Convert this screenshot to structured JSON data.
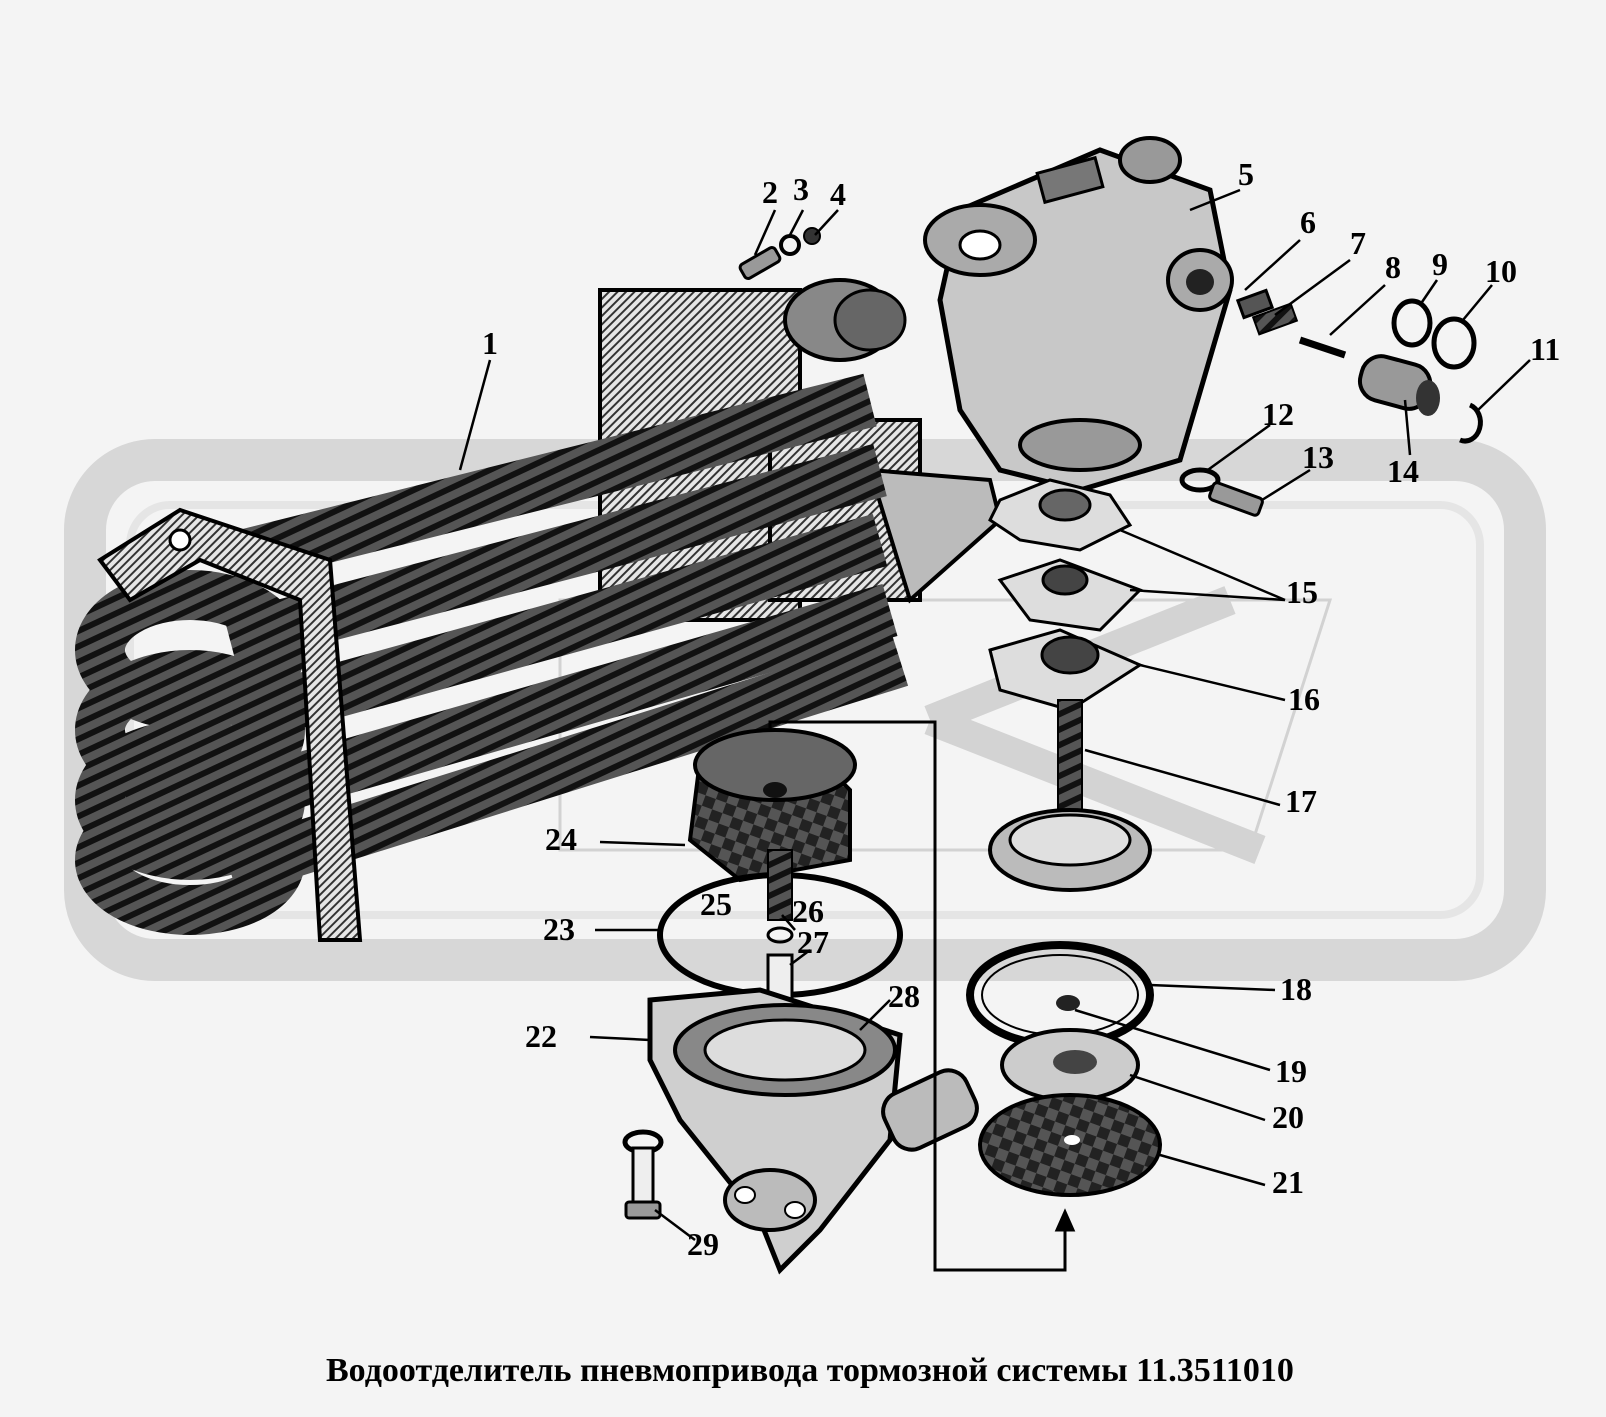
{
  "caption": "Водоотделитель пневмопривода  тормозной системы 11.3511010",
  "callouts": [
    "1",
    "2",
    "3",
    "4",
    "5",
    "6",
    "7",
    "8",
    "9",
    "10",
    "11",
    "12",
    "13",
    "14",
    "15",
    "16",
    "17",
    "18",
    "19",
    "20",
    "21",
    "22",
    "23",
    "24",
    "25",
    "26",
    "27",
    "28",
    "29"
  ]
}
